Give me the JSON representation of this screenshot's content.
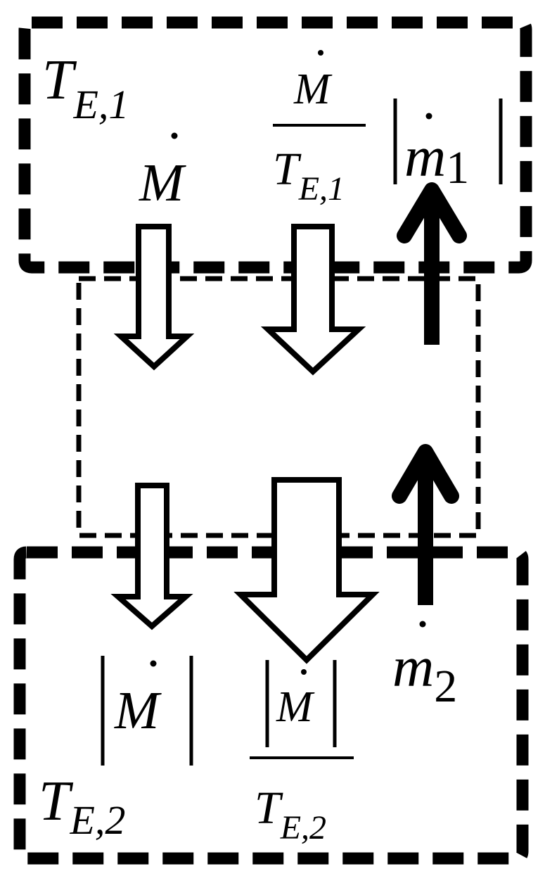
{
  "labels": {
    "upper_temp": {
      "base": "T",
      "sub": "E,1"
    },
    "lower_temp": {
      "base": "T",
      "sub": "E,2"
    },
    "upper_flow": {
      "base": "M"
    },
    "upper_ratio": {
      "num": "M",
      "den_base": "T",
      "den_sub": "E,1"
    },
    "upper_mass": {
      "base": "m",
      "sub": "1"
    },
    "lower_flow": {
      "base": "M"
    },
    "lower_ratio": {
      "num": "M",
      "den_base": "T",
      "den_sub": "E,2"
    },
    "lower_mass": {
      "base": "m",
      "sub": "2"
    }
  },
  "colors": {
    "stroke": "#000000",
    "background": "#ffffff"
  }
}
